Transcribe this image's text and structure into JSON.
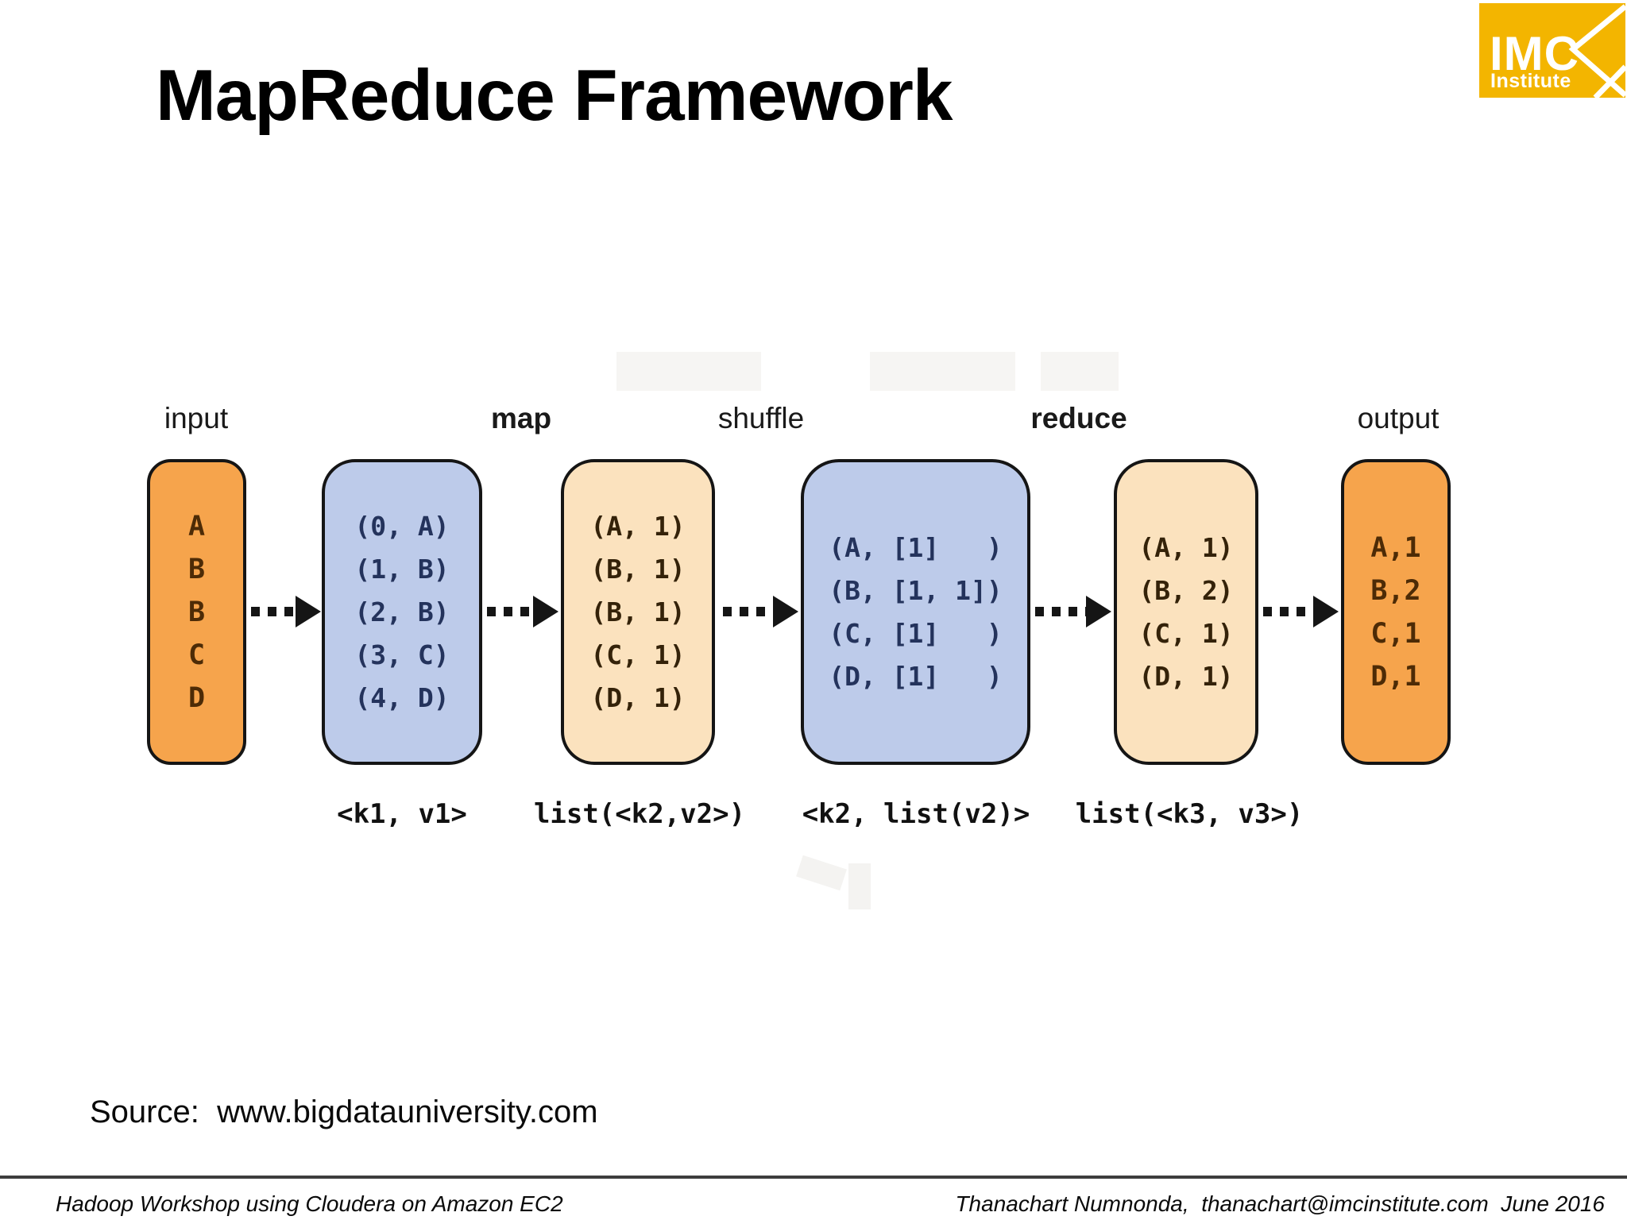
{
  "slide": {
    "title": "MapReduce Framework",
    "source_label": "Source:  www.bigdatauniversity.com",
    "footer_left": "Hadoop Workshop using Cloudera on Amazon EC2",
    "footer_right": "Thanachart Numnonda,  thanachart@imcinstitute.com  June 2016"
  },
  "logo": {
    "line1": "IMC",
    "line2": "Institute",
    "bg_color": "#F3B500",
    "text_color": "#FFFFFF"
  },
  "diagram": {
    "stages": [
      {
        "label": "input"
      },
      {
        "label": "map"
      },
      {
        "label": "shuffle"
      },
      {
        "label": "reduce"
      },
      {
        "label": "output"
      }
    ],
    "boxes": [
      {
        "name": "input",
        "fill": "#F6A44C",
        "text_color": "#4D2B06",
        "lines": [
          "A",
          "B",
          "B",
          "C",
          "D"
        ]
      },
      {
        "name": "map-input-kv",
        "fill": "#BDCBEA",
        "text_color": "#24335C",
        "lines": [
          "(0, A)",
          "(1, B)",
          "(2, B)",
          "(3, C)",
          "(4, D)"
        ]
      },
      {
        "name": "map-output-kv",
        "fill": "#FBE2BE",
        "text_color": "#342209",
        "lines": [
          "(A, 1)",
          "(B, 1)",
          "(B, 1)",
          "(C, 1)",
          "(D, 1)"
        ]
      },
      {
        "name": "shuffle-groups",
        "fill": "#BDCBEA",
        "text_color": "#24335C",
        "lines": [
          "(A, [1]   )",
          "(B, [1, 1])",
          "(C, [1]   )",
          "(D, [1]   )"
        ]
      },
      {
        "name": "reduce-output",
        "fill": "#FBE2BE",
        "text_color": "#342209",
        "lines": [
          "(A, 1)",
          "(B, 2)",
          "(C, 1)",
          "(D, 1)"
        ]
      },
      {
        "name": "output",
        "fill": "#F6A44C",
        "text_color": "#4D2B06",
        "lines": [
          "A,1",
          "B,2",
          "C,1",
          "D,1"
        ]
      }
    ],
    "signatures": [
      "<k1, v1>",
      "list(<k2,v2>)",
      "<k2, list(v2)>",
      "list(<k3, v3>)"
    ]
  }
}
